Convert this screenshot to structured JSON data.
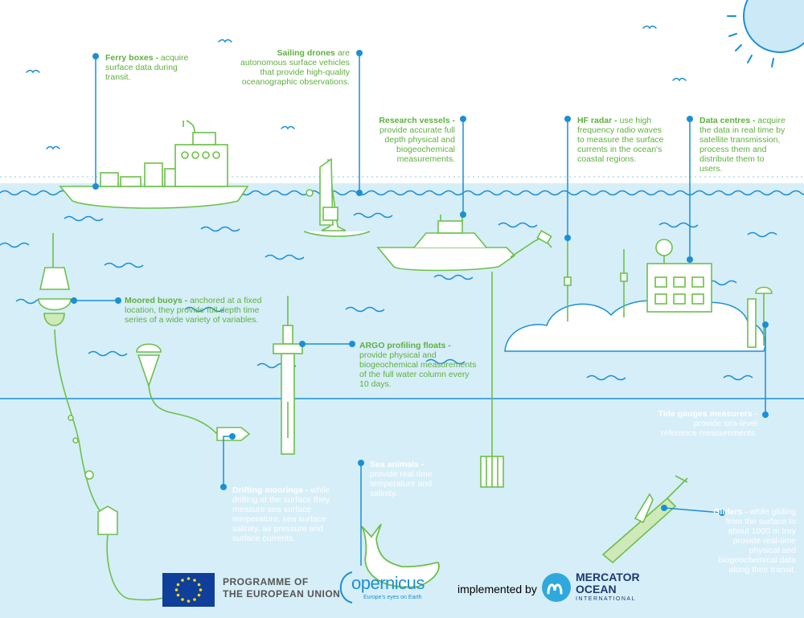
{
  "labels": {
    "ferry": {
      "title": "Ferry boxes -",
      "text": "acquire surface data during transit."
    },
    "sailing": {
      "title": "Sailing drones",
      "text": "are autonomous surface vehicles that provide high-quality oceanographic observations."
    },
    "research": {
      "title": "Research vessels -",
      "text": "provide accurate full depth physical and biogeochemical measurements."
    },
    "hf": {
      "title": "HF radar -",
      "text": "use high frequency radio waves to measure the surface currents in the ocean's coastal regions."
    },
    "datacentres": {
      "title": "Data centres -",
      "text": "acquire the data in real time by satellite transmission, process them and distribute them to users."
    },
    "moored": {
      "title": "Moored buoys -",
      "text": "anchored at a fixed location, they provide full depth time series of a wide variety of variables."
    },
    "argo": {
      "title": "ARGO profiling floats -",
      "text": "provide physical and biogeochemical measurements of the full water column every 10 days."
    },
    "tide": {
      "title": "Tide gauges measurers -",
      "text": "provide sea-level reference measurements."
    },
    "drifting": {
      "title": "Drifting moorings -",
      "text": "while drifting at the surface they measure sea surface temperature, sea surface salinity, air pressure and surface currents."
    },
    "animals": {
      "title": "Sea animals -",
      "text": "provide real time temperature and salinity."
    },
    "gliders": {
      "title": "Gliders -",
      "text": "while gliding from the surface to about 1000 m trey provide real-time physical and biogeochemical data along their transit."
    }
  },
  "footer": {
    "programme_line1": "PROGRAMME OF",
    "programme_line2": "THE EUROPEAN UNION",
    "copernicus": "opernicus",
    "copernicus_tagline": "Europe's eyes on Earth",
    "implemented_by": "implemented by",
    "mercator_line1": "MERCATOR",
    "mercator_line2": "OCEAN",
    "mercator_line3": "INTERNATIONAL"
  },
  "colors": {
    "sea": "#d6eef8",
    "line_blue": "#1b8fd6",
    "wave_blue": "#1b8fd6",
    "instrument_green": "#6cc04a",
    "label_green": "#5fb040",
    "sun": "#cce9f7",
    "eu_blue": "#0f3f9a",
    "eu_star": "#ffdd00",
    "mercator_blue": "#1d3a6e",
    "mercator_teal": "#2fa9dd"
  }
}
